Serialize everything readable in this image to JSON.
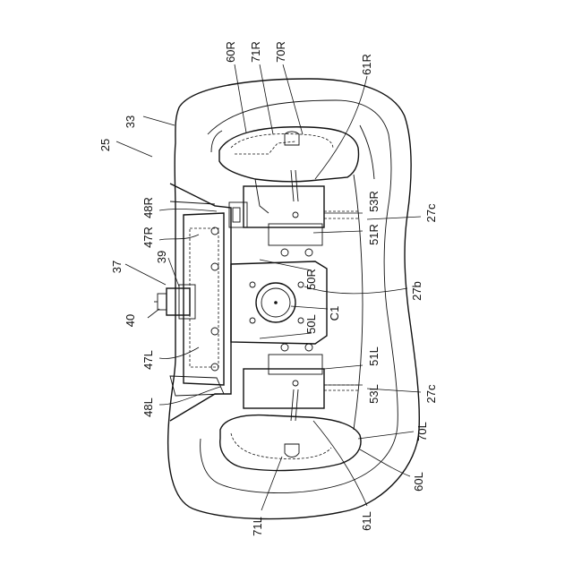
{
  "labels": {
    "l33": "33",
    "l25": "25",
    "l37": "37",
    "l39": "39",
    "l40": "40",
    "l47R": "47R",
    "l47L": "47L",
    "l48R": "48R",
    "l48L": "48L",
    "l60R": "60R",
    "l71R": "71R",
    "l70R": "70R",
    "l61R": "61R",
    "l53R": "53R",
    "l51R": "51R",
    "l27c_top": "27c",
    "l50R": "50R",
    "l27b": "27b",
    "lC1": "C1",
    "l50L": "50L",
    "l51L": "51L",
    "l53L": "53L",
    "l27c_bot": "27c",
    "l70L": "70L",
    "l60L": "60L",
    "l61L": "61L",
    "l71L": "71L"
  }
}
